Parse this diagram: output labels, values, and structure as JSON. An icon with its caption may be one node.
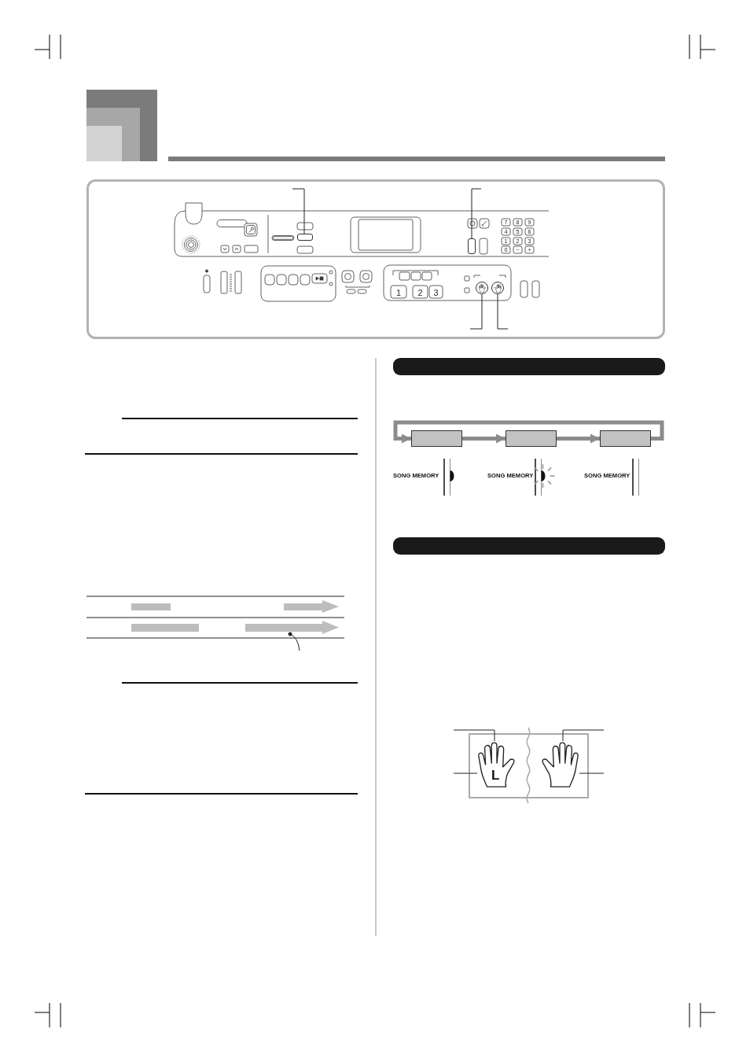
{
  "diagram": {
    "nodes": [
      {
        "text": [],
        "shape": "box"
      },
      {
        "text": [],
        "shape": "box"
      },
      {
        "text": [],
        "shape": "circle"
      },
      {
        "text": [],
        "shape": "circle"
      },
      {
        "text": [],
        "shape": "bar"
      },
      {
        "text": [],
        "shape": "arrow"
      },
      {
        "text": [],
        "shape": "bar"
      },
      {
        "text": [],
        "shape": "arrow"
      },
      {
        "text": [],
        "shape": "bar"
      },
      {
        "text": [],
        "shape": "box"
      },
      {
        "text": [],
        "shape": "box"
      },
      {
        "text": [],
        "shape": "box"
      },
      {
        "text": [],
        "shape": "bar"
      },
      {
        "text": [
          "L"
        ]
      },
      {
        "text": [],
        "shape": "picture"
      }
    ],
    "edges": [
      {
        "from": null,
        "to": 0,
        "arrow": "none"
      },
      {
        "from": null,
        "to": 1,
        "arrow": "none"
      },
      {
        "from": null,
        "to": 2,
        "arrow": "none"
      },
      {
        "from": null,
        "to": 3,
        "arrow": "none"
      },
      {
        "from": null,
        "to": 7,
        "arrow": "other"
      },
      {
        "from": 9,
        "to": 10,
        "arrow": "to",
        "style": "thick",
        "color": "#8c8c8c"
      },
      {
        "from": 10,
        "to": 11,
        "arrow": "to",
        "style": "thick",
        "color": "#8c8c8c"
      },
      {
        "from": 11,
        "to": 9,
        "arrow": "to",
        "style": "thick",
        "color": "#8c8c8c"
      },
      {
        "from": null,
        "to": 13,
        "arrow": "none"
      },
      {
        "from": null,
        "to": 13,
        "arrow": "none"
      },
      {
        "from": null,
        "to": 14,
        "arrow": "none"
      },
      {
        "from": null,
        "to": 14,
        "arrow": "none"
      }
    ],
    "labels": [
      "7",
      "8",
      "9",
      "4",
      "5",
      "6",
      "1",
      "2",
      "3",
      "0",
      "−",
      "+",
      "1",
      "2",
      "3",
      "SONG MEMORY",
      "SONG MEMORY",
      "SONG MEMORY"
    ]
  }
}
